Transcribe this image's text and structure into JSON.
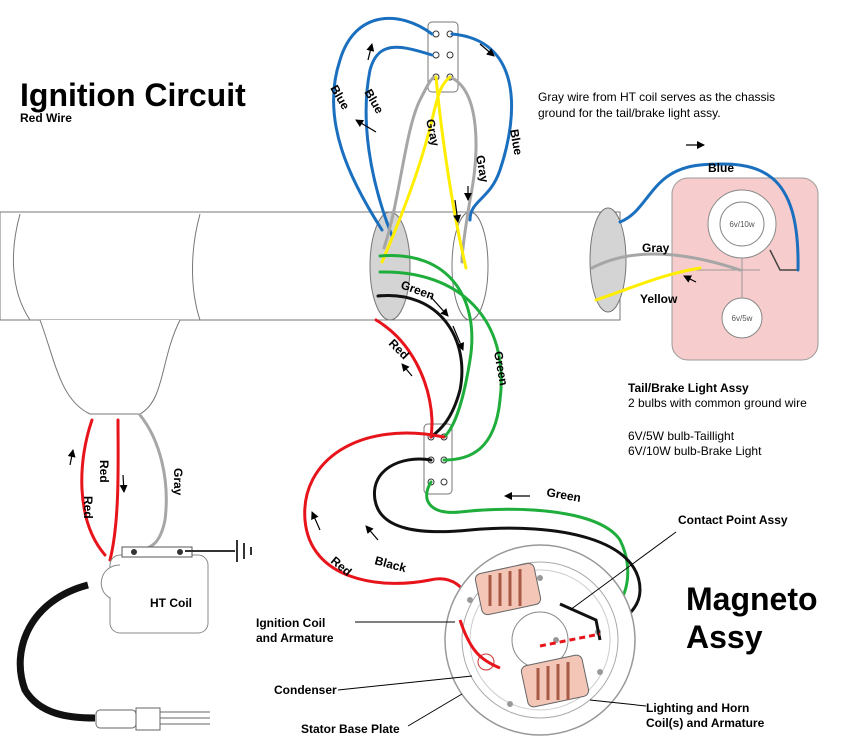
{
  "title": "Ignition Circuit",
  "subtitle": "Red Wire",
  "note_gray": [
    "Gray wire from HT coil serves as the chassis",
    "ground for the tail/brake light assy."
  ],
  "taillight": {
    "title": "Tail/Brake Light Assy",
    "lines": [
      "2 bulbs with common ground wire",
      "",
      "6V/5W bulb-Taillight",
      "6V/10W bulb-Brake Light"
    ],
    "bulb_large": "6v/10w",
    "bulb_small": "6v/5w"
  },
  "magneto_title": [
    "Magneto",
    "Assy"
  ],
  "ht_coil": "HT Coil",
  "labels": {
    "contact_point": "Contact Point Assy",
    "ignition_coil": [
      "Ignition Coil",
      "and Armature"
    ],
    "condenser": "Condenser",
    "stator": "Stator Base Plate",
    "lighting_coil": [
      "Lighting and Horn",
      "Coil(s) and Armature"
    ]
  },
  "wires": {
    "blue": "Blue",
    "gray": "Gray",
    "yellow": "Yellow",
    "green": "Green",
    "red": "Red",
    "black": "Black"
  },
  "colors": {
    "blue": "#1a6fbf",
    "gray": "#a6a6a6",
    "yellow": "#ffee00",
    "green": "#1fae3c",
    "red": "#e8141b",
    "black": "#111111",
    "lamp_box": "#f7cccc"
  }
}
